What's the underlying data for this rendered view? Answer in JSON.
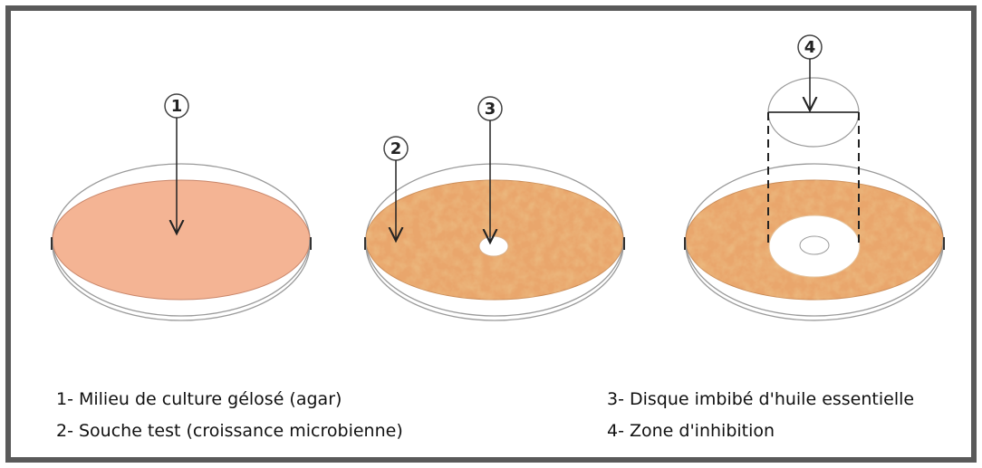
{
  "markers": [
    "1",
    "2",
    "3",
    "4"
  ],
  "legend": [
    "1- Milieu de culture gélosé (agar)",
    "2- Souche test (croissance microbienne)",
    "3- Disque imbibé d'huile essentielle",
    "4- Zone d'inhibition"
  ],
  "colors": {
    "frame": "#5a5a5a",
    "agar": "#f4b494",
    "growth": "#e9a66c",
    "dish_outline": "#9a9a9a"
  }
}
